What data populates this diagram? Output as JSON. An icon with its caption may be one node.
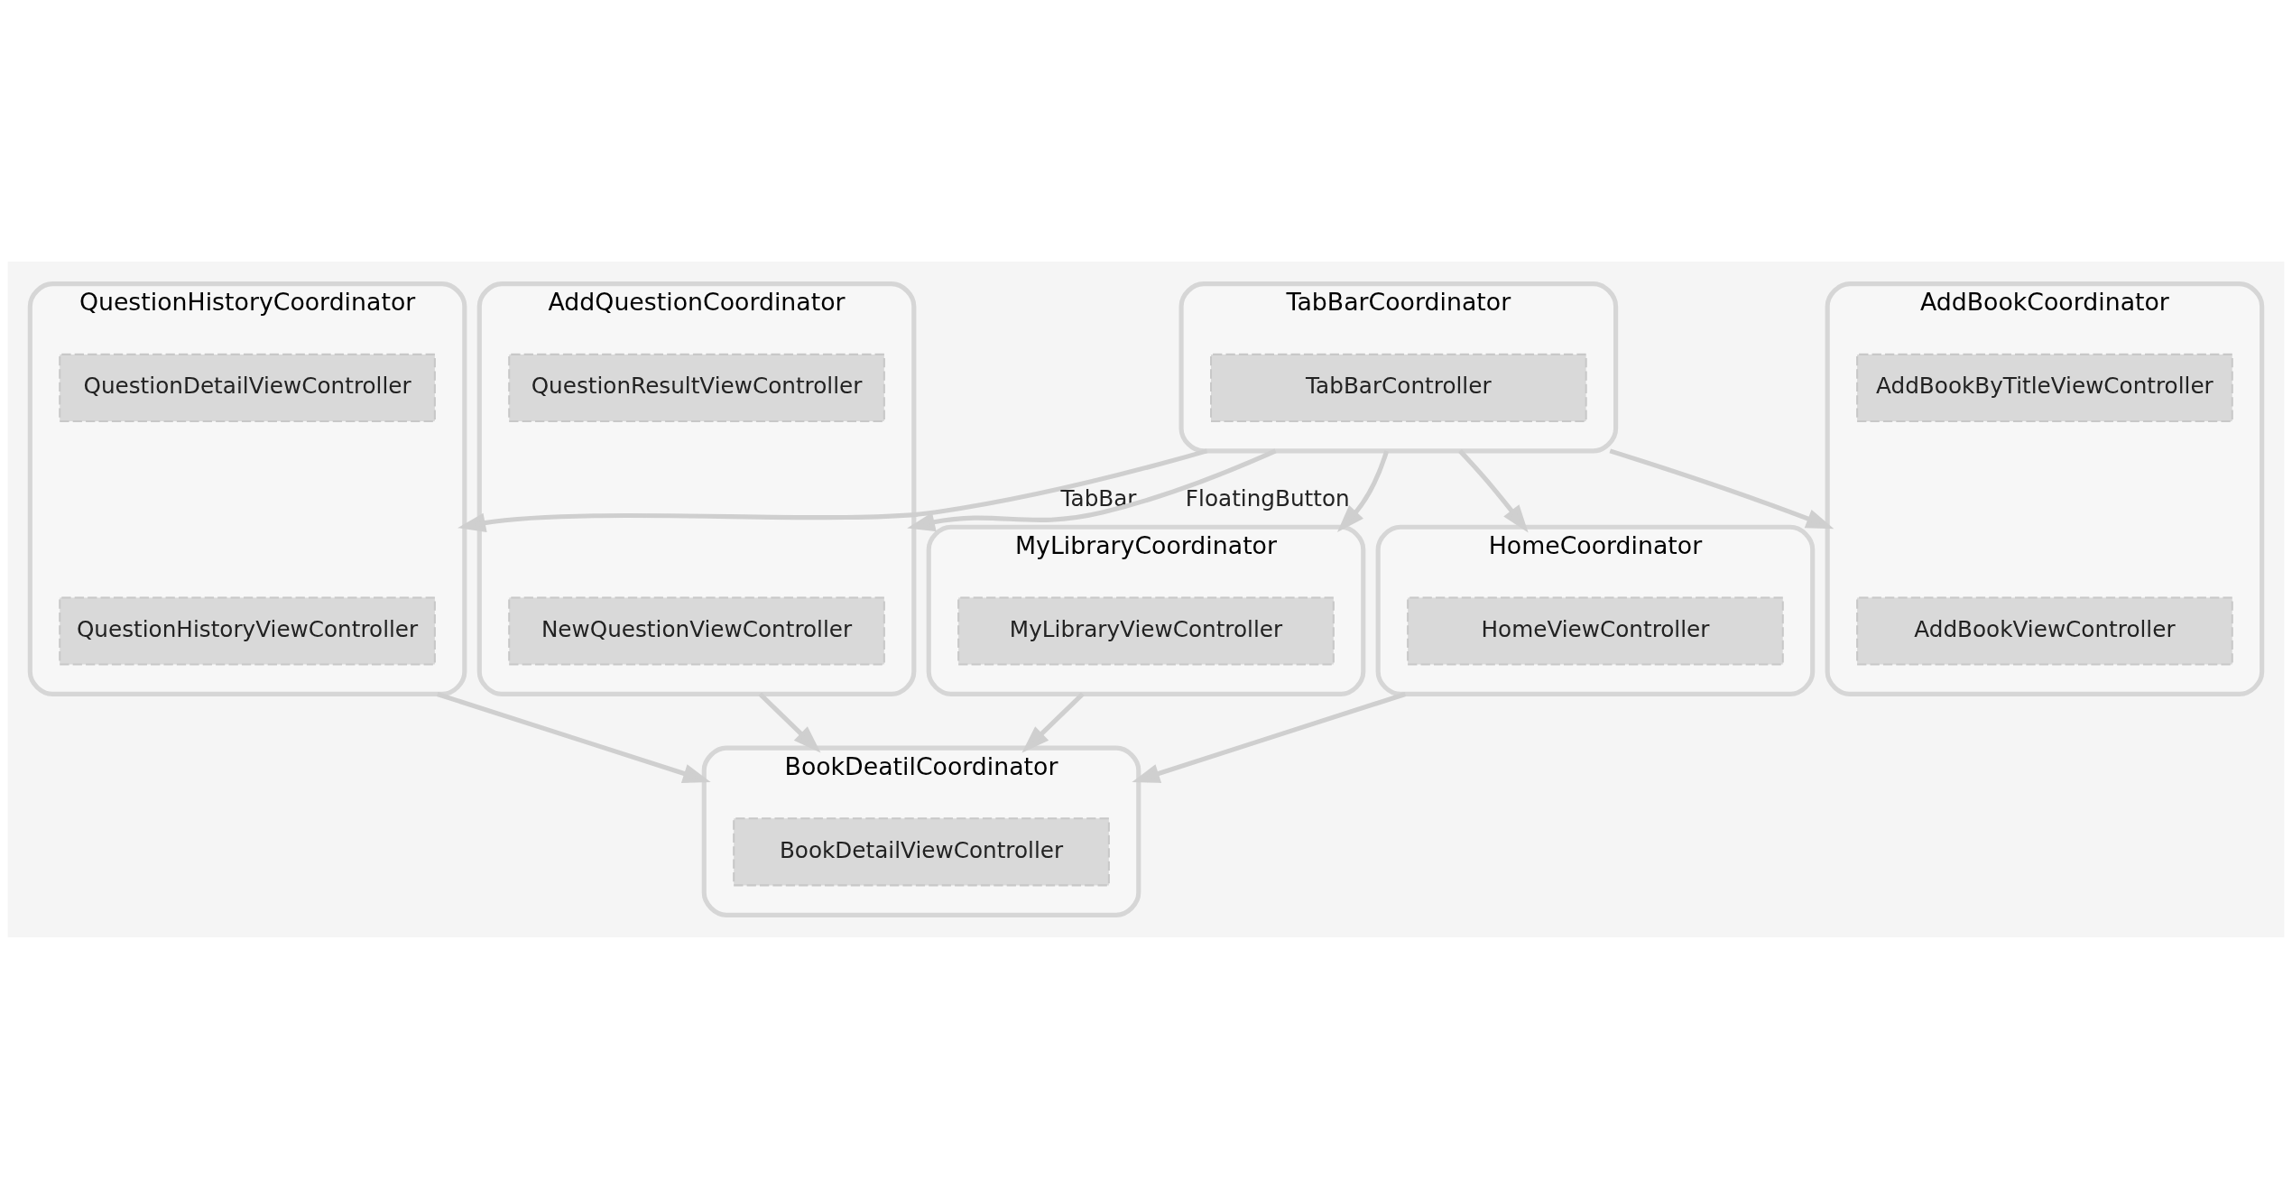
{
  "diagram": {
    "nodes": [
      {
        "text": [
          "TabBarCoordinator"
        ]
      },
      {
        "text": [
          "TabBarController"
        ],
        "in": 0
      },
      {
        "text": [
          "HomeCoordinator"
        ]
      },
      {
        "text": [
          "HomeViewController"
        ],
        "in": 2
      },
      {
        "text": [
          "QuestionHistoryCoordinator"
        ]
      },
      {
        "text": [
          "QuestionHistoryViewController"
        ],
        "in": 4
      },
      {
        "text": [
          "QuestionDetailViewController"
        ],
        "in": 4
      },
      {
        "text": [
          "MyLibraryCoordinator"
        ]
      },
      {
        "text": [
          "MyLibraryViewController"
        ],
        "in": 7
      },
      {
        "text": [
          "AddQuestionCoordinator"
        ]
      },
      {
        "text": [
          "NewQuestionViewController"
        ],
        "in": 9
      },
      {
        "text": [
          "QuestionResultViewController"
        ],
        "in": 9
      },
      {
        "text": [
          "AddBookCoordinator"
        ]
      },
      {
        "text": [
          "AddBookViewController"
        ],
        "in": 12
      },
      {
        "text": [
          "AddBookByTitleViewController"
        ],
        "in": 12
      },
      {
        "text": [
          "BookDeatilCoordinator"
        ]
      },
      {
        "text": [
          "BookDetailViewController"
        ],
        "in": 15
      }
    ],
    "edges": [
      {
        "from": 0,
        "to": 2,
        "arrow": "to"
      },
      {
        "from": 0,
        "to": 4,
        "arrow": "to",
        "label": "TabBar"
      },
      {
        "from": 0,
        "to": 7,
        "arrow": "to"
      },
      {
        "from": 0,
        "to": 9,
        "arrow": "to",
        "label": "FloatingButton"
      },
      {
        "from": 0,
        "to": 12,
        "arrow": "to"
      },
      {
        "from": 2,
        "to": 15,
        "arrow": "to"
      },
      {
        "from": 4,
        "to": 15,
        "arrow": "to"
      },
      {
        "from": 7,
        "to": 15,
        "arrow": "to"
      },
      {
        "from": 9,
        "to": 15,
        "arrow": "to"
      }
    ]
  }
}
